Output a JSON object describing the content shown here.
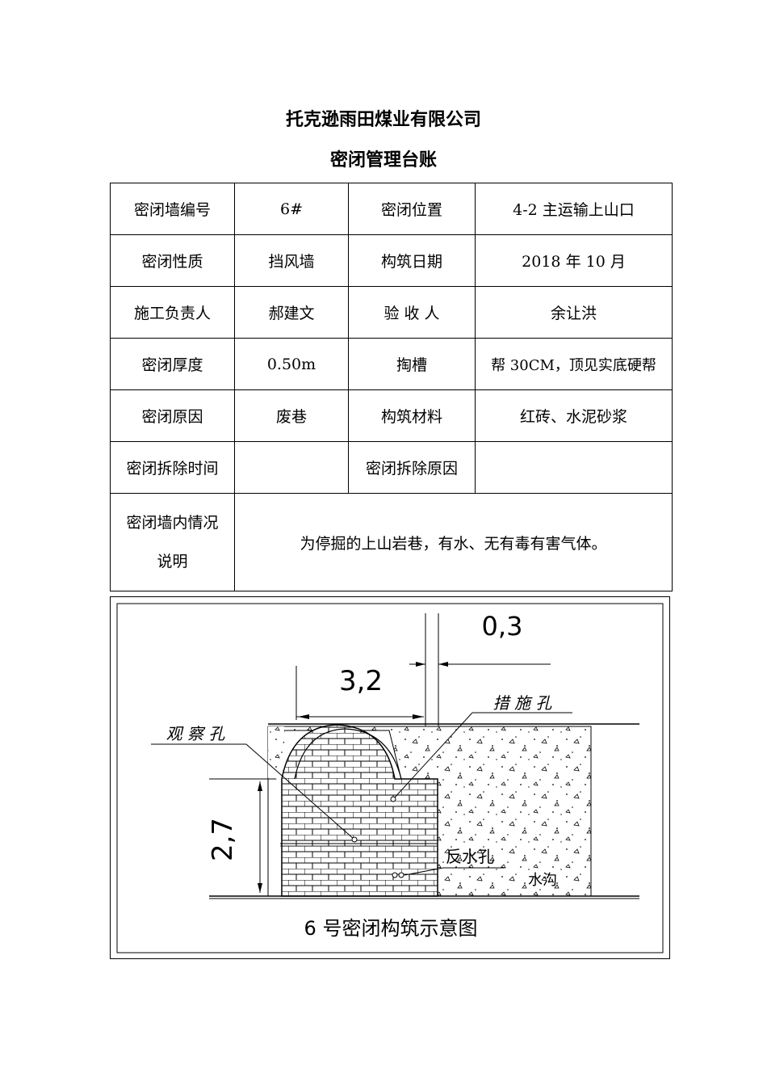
{
  "header": {
    "company": "托克逊雨田煤业有限公司",
    "doc_title": "密闭管理台账"
  },
  "ledger": {
    "wall_no_label": "密闭墙编号",
    "wall_no": "6#",
    "position_label": "密闭位置",
    "position": "4-2 主运输上山口",
    "nature_label": "密闭性质",
    "nature": "挡风墙",
    "build_date_label": "构筑日期",
    "build_date": "2018 年 10 月",
    "leader_label": "施工负责人",
    "leader": "郝建文",
    "inspector_label": "验 收 人",
    "inspector": "余让洪",
    "thickness_label": "密闭厚度",
    "thickness": "0.50m",
    "groove_label": "掏槽",
    "groove": "帮 30CM，顶见实底硬帮",
    "reason_label": "密闭原因",
    "reason": "废巷",
    "material_label": "构筑材料",
    "material": "红砖、水泥砂浆",
    "removal_time_label": "密闭拆除时间",
    "removal_time": "",
    "removal_reason_label": "密闭拆除原因",
    "removal_reason": "",
    "inside_label_line1": "密闭墙内情况",
    "inside_label_line2": "说明",
    "inside": "为停掘的上山岩巷，有水、无有毒有害气体。"
  },
  "diagram": {
    "dim_thickness": "0,3",
    "dim_width": "3,2",
    "dim_height": "2,7",
    "label_measure_hole": "措 施 孔",
    "label_observe_hole": "观 察 孔",
    "label_drain_hole": "反水孔",
    "label_ditch": "水沟",
    "caption": "6 号密闭构筑示意图"
  }
}
